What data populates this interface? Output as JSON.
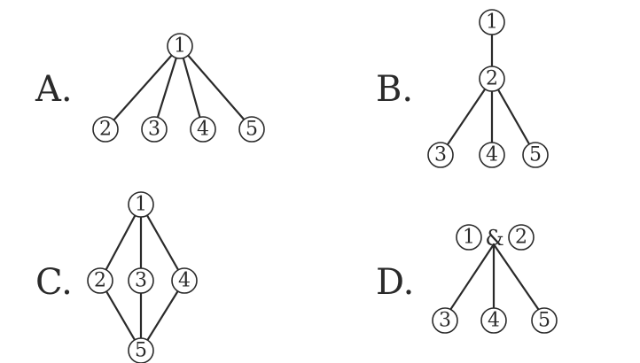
{
  "options": [
    {
      "label": "A.",
      "nodes": [
        "1",
        "2",
        "3",
        "4",
        "5"
      ],
      "edges": [
        [
          "1",
          "2"
        ],
        [
          "1",
          "3"
        ],
        [
          "1",
          "4"
        ],
        [
          "1",
          "5"
        ]
      ]
    },
    {
      "label": "B.",
      "nodes": [
        "1",
        "2",
        "3",
        "4",
        "5"
      ],
      "edges": [
        [
          "1",
          "2"
        ],
        [
          "2",
          "3"
        ],
        [
          "2",
          "4"
        ],
        [
          "2",
          "5"
        ]
      ]
    },
    {
      "label": "C.",
      "nodes": [
        "1",
        "2",
        "3",
        "4",
        "5"
      ],
      "edges": [
        [
          "1",
          "2"
        ],
        [
          "1",
          "3"
        ],
        [
          "1",
          "4"
        ],
        [
          "2",
          "5"
        ],
        [
          "3",
          "5"
        ],
        [
          "4",
          "5"
        ]
      ]
    },
    {
      "label": "D.",
      "nodes": [
        "1&2",
        "3",
        "4",
        "5"
      ],
      "root_left": "1",
      "root_joiner": "&",
      "root_right": "2",
      "edges": [
        [
          "1&2",
          "3"
        ],
        [
          "1&2",
          "4"
        ],
        [
          "1&2",
          "5"
        ]
      ]
    }
  ],
  "colors": {
    "ink": "#2a2a2a",
    "background": "#ffffff"
  }
}
